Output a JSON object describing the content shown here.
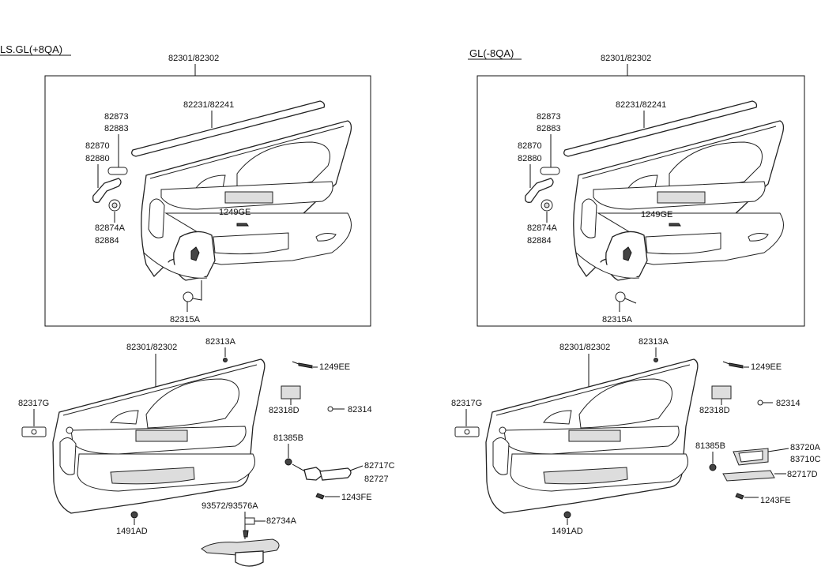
{
  "left": {
    "header": "LS.GL(+8QA)",
    "top": {
      "panel": "82301/82302",
      "strip": "82231/82241",
      "k1a": "82873",
      "k1b": "82883",
      "k2a": "82870",
      "k2b": "82880",
      "k3a": "82874A",
      "k3b": "82884",
      "screw": "1249GE",
      "clip": "82315A"
    },
    "bottom": {
      "panel": "82301/82302",
      "p1": "82313A",
      "p2": "1249EE",
      "p3": "82317G",
      "p4": "82318D",
      "p5": "82314",
      "p6": "81385B",
      "p7a": "82717C",
      "p7b": "82727",
      "p8": "1243FE",
      "p9": "1491AD",
      "p10": "93572/93576A",
      "p11": "82734A"
    }
  },
  "right": {
    "header": "GL(-8QA)",
    "top": {
      "panel": "82301/82302",
      "strip": "82231/82241",
      "k1a": "82873",
      "k1b": "82883",
      "k2a": "82870",
      "k2b": "82880",
      "k3a": "82874A",
      "k3b": "82884",
      "screw": "1249GE",
      "clip": "82315A"
    },
    "bottom": {
      "panel": "82301/82302",
      "p1": "82313A",
      "p2": "1249EE",
      "p3": "82317G",
      "p4": "82318D",
      "p5": "82314",
      "p6": "81385B",
      "p7a": "83720A",
      "p7b": "83710C",
      "p8": "82717D",
      "p9": "1243FE",
      "p10": "1491AD"
    }
  }
}
